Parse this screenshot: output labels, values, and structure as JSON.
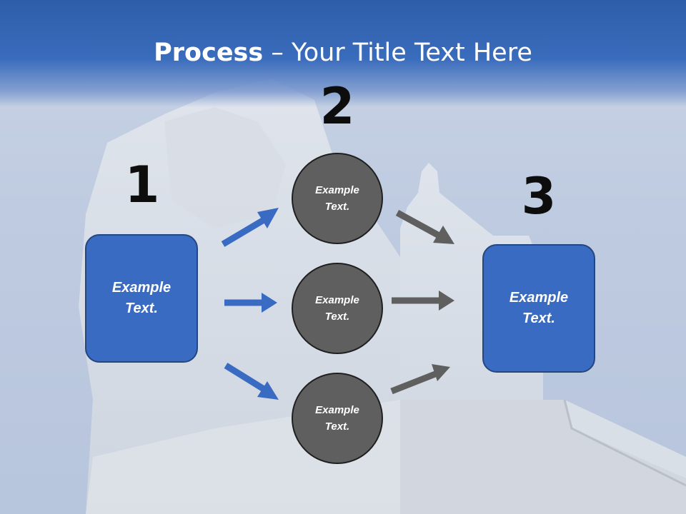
{
  "title": {
    "bold": "Process",
    "rest": " – Your Title Text Here"
  },
  "steps": {
    "one": "1",
    "two": "2",
    "three": "3"
  },
  "left_box": {
    "text": "Example Text."
  },
  "right_box": {
    "text": "Example Text."
  },
  "circles": [
    {
      "text": "Example Text."
    },
    {
      "text": "Example Text."
    },
    {
      "text": "Example Text."
    }
  ],
  "colors": {
    "header": "#3a6cbd",
    "box_fill": "#3a6bc3",
    "circle_fill": "#5f5f5f",
    "arrow_blue": "#3a6bc3",
    "arrow_gray": "#5f5f5f"
  }
}
